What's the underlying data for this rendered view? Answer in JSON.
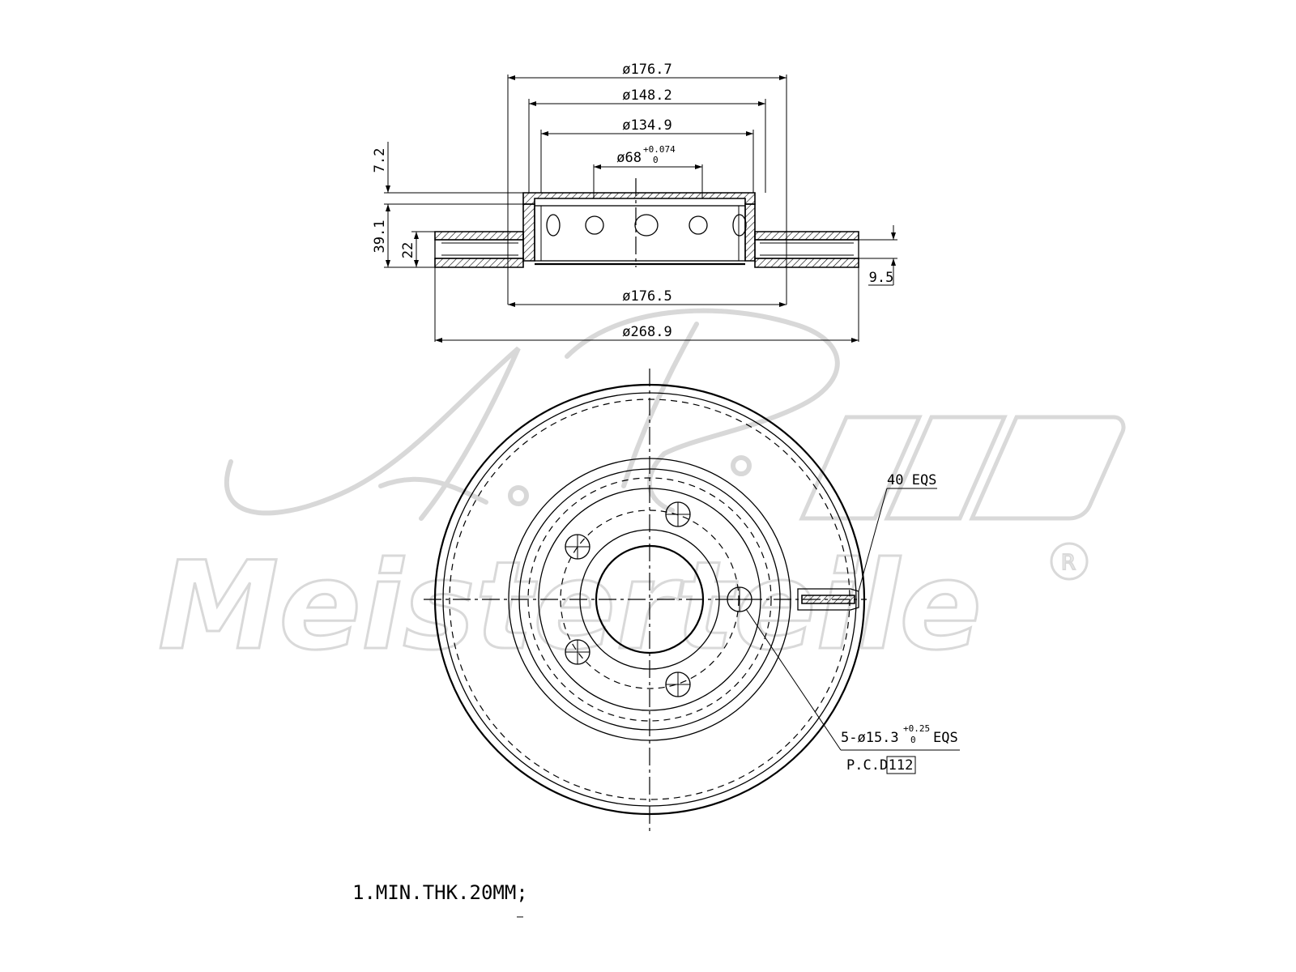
{
  "dimensions": {
    "d_top_outer": "ø176.7",
    "d_top_second": "ø148.2",
    "d_top_third": "ø134.9",
    "d_bore": "ø68",
    "d_bore_tol_upper": "+0.074",
    "d_bore_tol_lower": "0",
    "d_hat": "ø176.5",
    "d_outer": "ø268.9",
    "h_flange": "7.2",
    "h_total": "39.1",
    "h_disc": "22",
    "h_vent": "9.5"
  },
  "callouts": {
    "vent_count": "40 EQS",
    "bolt_holes_prefix": "5-ø15.3",
    "bolt_holes_tol_upper": "+0.25",
    "bolt_holes_tol_lower": "0",
    "bolt_holes_suffix": "EQS",
    "pcd_label": "P.C.D",
    "pcd_value": "112"
  },
  "notes": {
    "line1": "1.MIN.THK.20MM;"
  },
  "watermark": {
    "script_mark": "A.M.",
    "brand": "Meisterteile",
    "registered": "R"
  }
}
